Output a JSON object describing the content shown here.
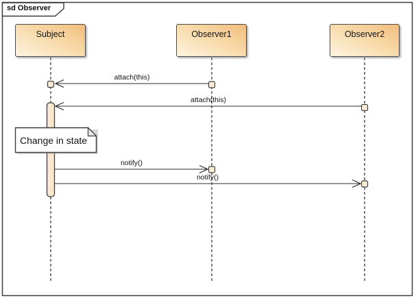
{
  "diagram": {
    "frame_label": "sd Observer",
    "kind": "sequence"
  },
  "lifelines": [
    {
      "name": "Subject"
    },
    {
      "name": "Observer1"
    },
    {
      "name": "Observer2"
    }
  ],
  "messages": [
    {
      "label": "attach(this)",
      "from": "Observer1",
      "to": "Subject"
    },
    {
      "label": "attach(this)",
      "from": "Observer2",
      "to": "Subject"
    },
    {
      "label": "notify()",
      "from": "Subject",
      "to": "Observer1"
    },
    {
      "label": "notify()",
      "from": "Subject",
      "to": "Observer2"
    }
  ],
  "note": {
    "text": "Change in state"
  },
  "colors": {
    "head_gradient_light": "#fdf4e1",
    "head_gradient_dark": "#f2bd7d",
    "head_border": "#4a4a4a",
    "activation_fill": "#f8e8cf",
    "endpoint_fill": "#f9ecd4",
    "line": "#2b2b2b",
    "note_fill": "#ffffff",
    "background": "#ffffff"
  }
}
